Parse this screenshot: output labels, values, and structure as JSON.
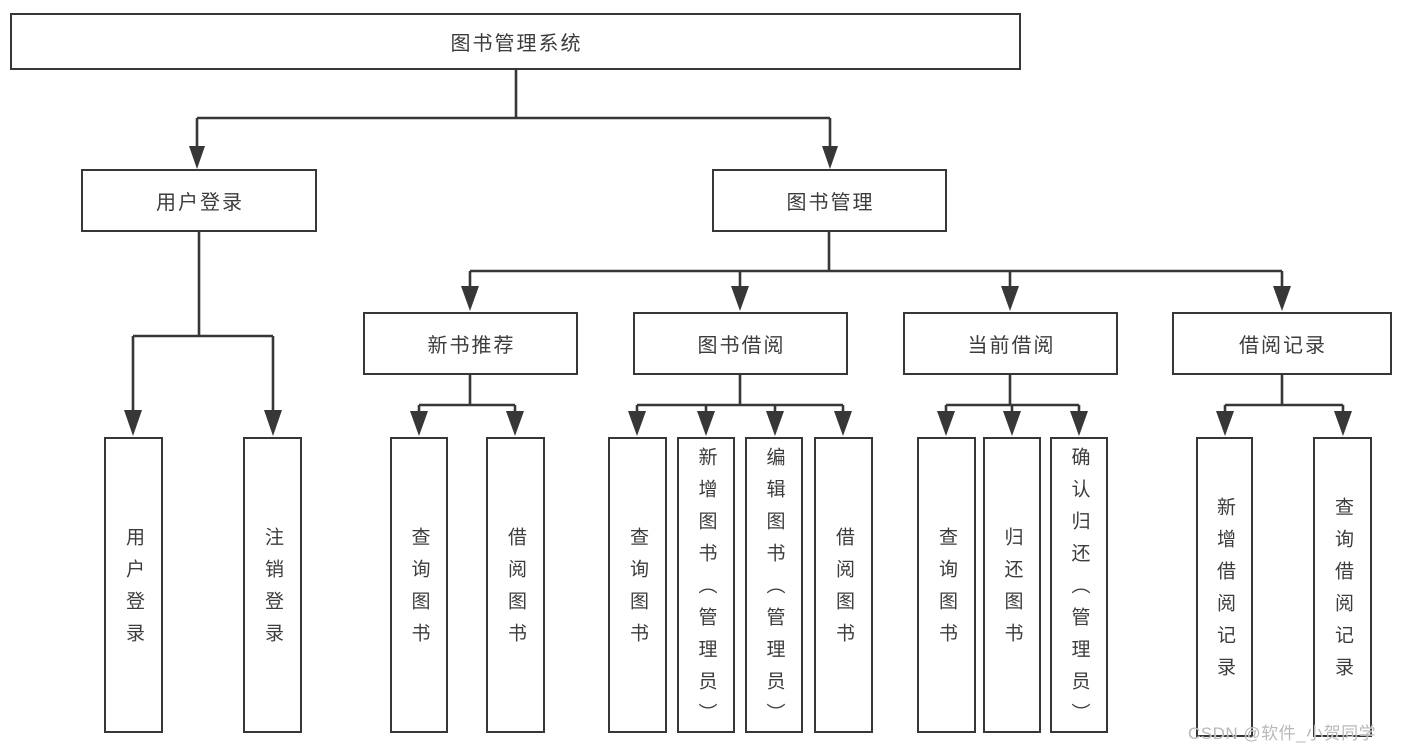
{
  "diagram_type": "hierarchy-tree",
  "tree": {
    "label": "图书管理系统",
    "children": [
      {
        "label": "用户登录",
        "children": [
          {
            "label": "用户登录"
          },
          {
            "label": "注销登录"
          }
        ]
      },
      {
        "label": "图书管理",
        "children": [
          {
            "label": "新书推荐",
            "children": [
              {
                "label": "查询图书"
              },
              {
                "label": "借阅图书"
              }
            ]
          },
          {
            "label": "图书借阅",
            "children": [
              {
                "label": "查询图书"
              },
              {
                "label": "新增图书（管理员）"
              },
              {
                "label": "编辑图书（管理员）"
              },
              {
                "label": "借阅图书"
              }
            ]
          },
          {
            "label": "当前借阅",
            "children": [
              {
                "label": "查询图书"
              },
              {
                "label": "归还图书"
              },
              {
                "label": "确认归还（管理员）"
              }
            ]
          },
          {
            "label": "借阅记录",
            "children": [
              {
                "label": "新增借阅记录"
              },
              {
                "label": "查询借阅记录"
              }
            ]
          }
        ]
      }
    ]
  },
  "watermark": "CSDN @软件_小贺同学",
  "colors": {
    "line": "#373737",
    "text": "#3c3c3c",
    "watermark": "#b9b9b9",
    "background": "#ffffff"
  }
}
